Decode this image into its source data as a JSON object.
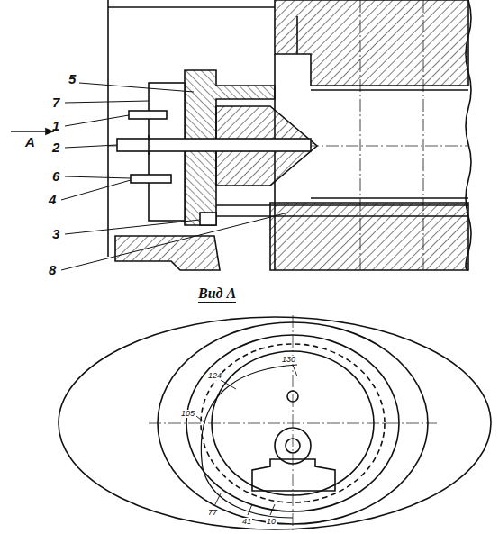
{
  "diagram": {
    "labels": [
      "5",
      "7",
      "1",
      "2",
      "A",
      "6",
      "4",
      "3",
      "8",
      "Вид А",
      "130",
      "124",
      "105",
      "77",
      "41",
      "10"
    ]
  }
}
